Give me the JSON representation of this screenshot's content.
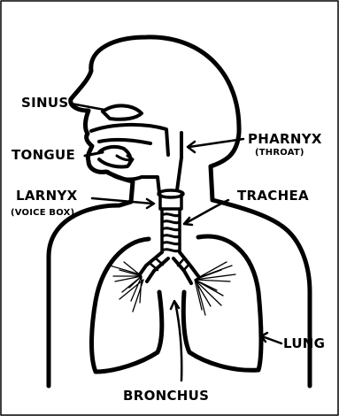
{
  "labels": {
    "sinus": "SINUS",
    "tongue": "TONGUE",
    "larnyx": "LARNYX",
    "voice_box": "(VOICE BOX)",
    "pharynx": "PHARNYX",
    "throat": "(THROAT)",
    "trachea": "TRACHEA",
    "lung": "LUNG",
    "bronchus": "BRONCHUS"
  },
  "colors": {
    "ink": "#000000",
    "background": "#ffffff"
  }
}
